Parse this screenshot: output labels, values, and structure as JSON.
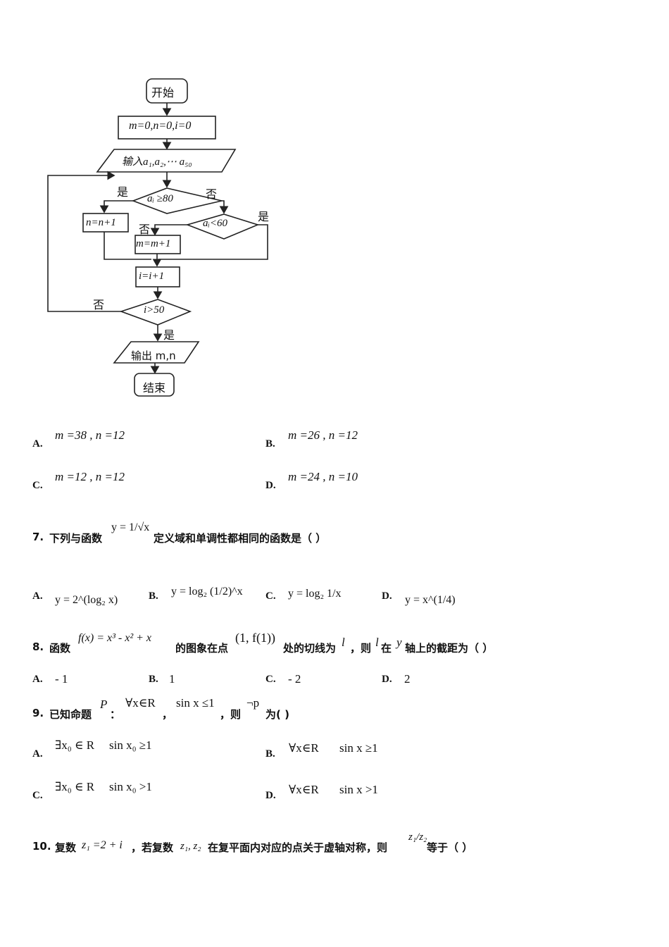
{
  "flowchart": {
    "start": "开始",
    "init": "m=0,n=0,i=0",
    "input": "输入a₁,a₂,⋯ a₅₀",
    "cond1": "aᵢ ≥80",
    "yes1": "是",
    "no1": "否",
    "inc_n": "n=n+1",
    "cond2": "aᵢ<60",
    "yes2": "是",
    "no2": "否",
    "inc_m": "m=m+1",
    "inc_i": "i=i+1",
    "cond3": "i>50",
    "no3": "否",
    "yes3": "是",
    "output": "输出 m,n",
    "end": "结束"
  },
  "q6": {
    "options": [
      {
        "letter": "A.",
        "text": "m =38 , n =12"
      },
      {
        "letter": "B.",
        "text": "m =26 , n =12"
      },
      {
        "letter": "C.",
        "text": "m =12 , n =12"
      },
      {
        "letter": "D.",
        "text": "m =24 , n =10"
      }
    ]
  },
  "q7": {
    "number": "7.",
    "prefix": "下列与函数",
    "func": "y = 1/√x",
    "suffix": "定义域和单调性都相同的函数是（    ）",
    "options": [
      {
        "letter": "A.",
        "text": "y = 2^(log₂ x)"
      },
      {
        "letter": "B.",
        "text": "y = log₂ (1/2)^x"
      },
      {
        "letter": "C.",
        "text": "y = log₂ 1/x"
      },
      {
        "letter": "D.",
        "text": "y = x^(1/4)"
      }
    ]
  },
  "q8": {
    "number": "8.",
    "t1": "函数",
    "func": "f(x) = x³ - x² + x",
    "t2": "的图象在点",
    "point": "(1, f(1))",
    "t3": "处的切线为",
    "l": "l",
    "t4": "，则",
    "t5": "在",
    "y": "y",
    "t6": "轴上的截距为（    ）",
    "options": [
      {
        "letter": "A.",
        "text": "- 1"
      },
      {
        "letter": "B.",
        "text": "1"
      },
      {
        "letter": "C.",
        "text": "- 2"
      },
      {
        "letter": "D.",
        "text": "2"
      }
    ]
  },
  "q9": {
    "number": "9.",
    "t1": "已知命题",
    "p": "P",
    "colon": "：",
    "forall": "∀x∈R",
    "comma1": "，",
    "sin": "sin x ≤1",
    "t2": "，则",
    "notp": "¬p",
    "t3": "为(    )",
    "options": [
      {
        "letter": "A.",
        "q": "∃x₀ ∈ R",
        "c": "sin x₀ ≥1"
      },
      {
        "letter": "B.",
        "q": "∀x∈R",
        "c": "sin x ≥1"
      },
      {
        "letter": "C.",
        "q": "∃x₀ ∈ R",
        "c": "sin x₀ >1"
      },
      {
        "letter": "D.",
        "q": "∀x∈R",
        "c": "sin x >1"
      }
    ]
  },
  "q10": {
    "number": "10.",
    "t1": "复数",
    "z1": "z₁ =2 + i",
    "t2": "，若复数",
    "z1z2": "z₁, z₂",
    "t3": "在复平面内对应的点关于虚轴对称，则",
    "frac": "z₁/z₂",
    "t4": "等于（    ）"
  }
}
